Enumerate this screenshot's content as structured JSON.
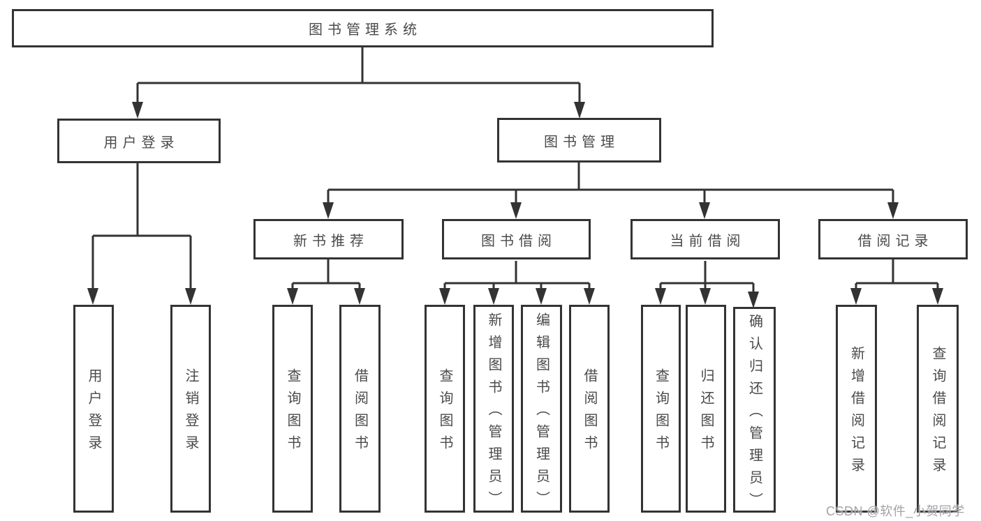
{
  "tree": {
    "root": "图书管理系统",
    "branches": [
      {
        "label": "用户登录",
        "leaves": [
          "用户登录",
          "注销登录"
        ]
      },
      {
        "label": "图书管理",
        "groups": [
          {
            "label": "新书推荐",
            "leaves": [
              "查询图书",
              "借阅图书"
            ]
          },
          {
            "label": "图书借阅",
            "leaves": [
              "查询图书",
              "新增图书（管理员）",
              "编辑图书（管理员）",
              "借阅图书"
            ]
          },
          {
            "label": "当前借阅",
            "leaves": [
              "查询图书",
              "归还图书",
              "确认归还（管理员）"
            ]
          },
          {
            "label": "借阅记录",
            "leaves": [
              "新增借阅记录",
              "查询借阅记录"
            ]
          }
        ]
      }
    ]
  },
  "watermark": "CSDN @软件_小贺同学",
  "colors": {
    "line": "#333333",
    "box_border": "#333333",
    "text": "#4a4a4a",
    "watermark": "#a3a3a8",
    "background": "#ffffff"
  }
}
